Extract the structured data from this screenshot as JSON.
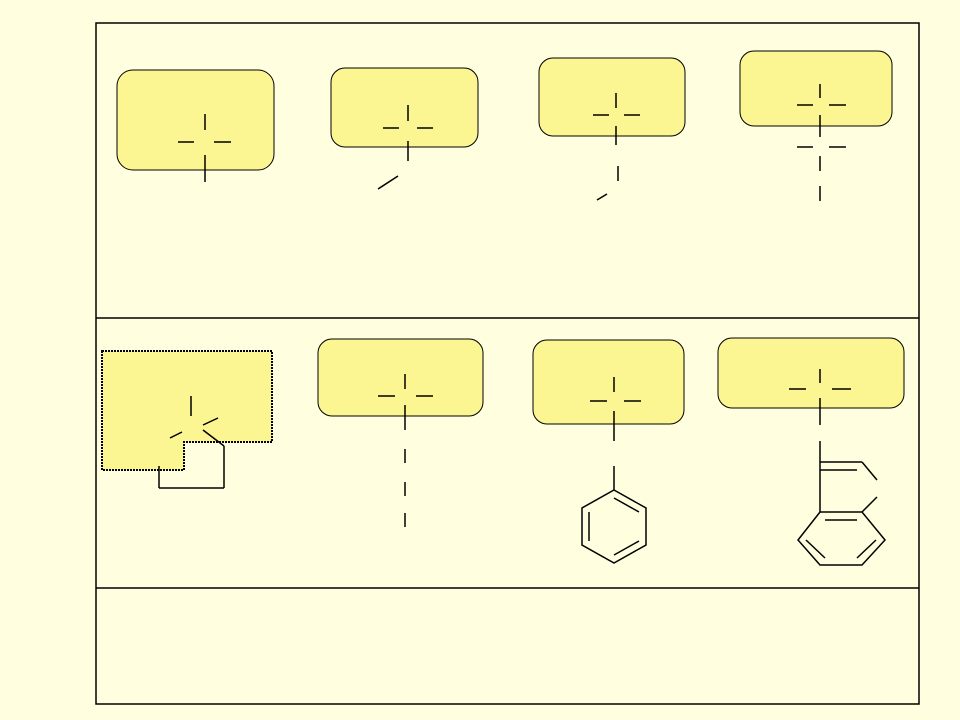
{
  "colors": {
    "background": "#ffffe0",
    "box_fill": "#fbf592",
    "line": "#000000"
  },
  "table": {
    "rows": [
      {
        "cells": [
          {
            "structure": "carbon-center-methyl"
          },
          {
            "structure": "carbon-center-ethyl"
          },
          {
            "structure": "carbon-center-propyl"
          },
          {
            "structure": "carbon-center-isopropyl-style"
          }
        ]
      },
      {
        "cells": [
          {
            "structure": "carbon-center-cyclopentyl"
          },
          {
            "structure": "carbon-center-butyl"
          },
          {
            "structure": "carbon-center-phenyl"
          },
          {
            "structure": "carbon-center-naphthyl"
          }
        ]
      },
      {
        "cells": []
      }
    ]
  }
}
